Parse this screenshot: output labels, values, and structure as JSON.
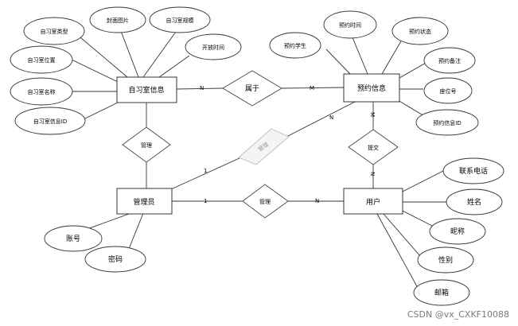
{
  "entities": {
    "study_room_info": "自习室信息",
    "reservation_info": "预约信息",
    "admin": "管理员",
    "user": "用户"
  },
  "attributes": {
    "room_type": "自习室类型",
    "cover_image": "封面图片",
    "room_size": "自习室规模",
    "open_time": "开放时间",
    "room_location": "自习室位置",
    "room_name": "自习室名称",
    "room_info_id": "自习室信息ID",
    "reserve_student": "预约学生",
    "reserve_time": "预约时间",
    "reserve_status": "预约状态",
    "reserve_note": "预约备注",
    "seat_no": "座位号",
    "reserve_info_id": "预约信息ID",
    "account": "账号",
    "password": "密码",
    "phone": "联系电话",
    "name": "姓名",
    "nickname": "昵称",
    "gender": "性别",
    "email": "邮箱"
  },
  "relationships": {
    "belongs_to": "属于",
    "manage_room": "管理",
    "manage_reservation": "管理",
    "submit": "提交",
    "manage_user": "管理"
  },
  "cardinalities": {
    "room_belongs": "N",
    "reserve_belongs": "M",
    "reserve_manage_n": "N",
    "admin_manage_1": "1",
    "admin_user_1": "1",
    "user_manage_n": "N",
    "user_submit_n": "N",
    "reserve_submit_m": "M"
  },
  "watermark": "CSDN @vx_CXKF10088"
}
